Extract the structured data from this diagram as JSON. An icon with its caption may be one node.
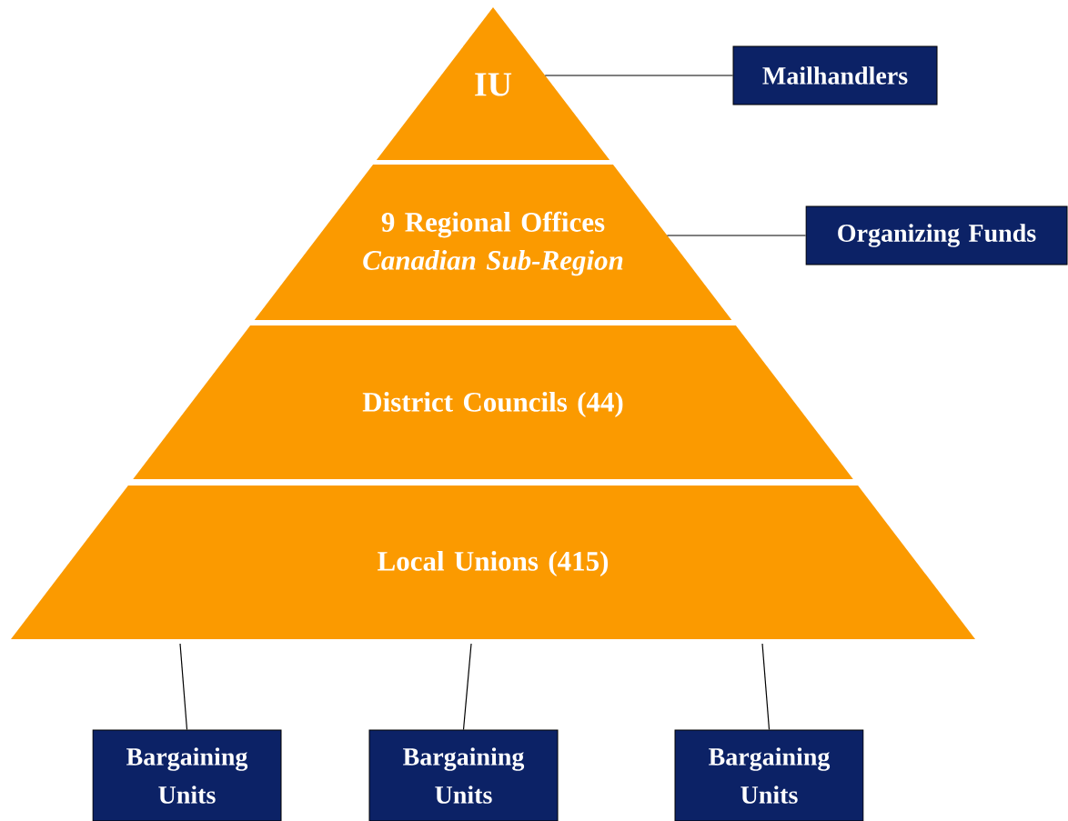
{
  "diagram": {
    "nodes": [
      {
        "text": [
          "IU"
        ]
      },
      {
        "text": [
          "9 Regional Offices",
          "Canadian Sub-Region"
        ]
      },
      {
        "text": [
          "District Councils (44)"
        ]
      },
      {
        "text": [
          "Local Unions (415)"
        ]
      },
      {
        "text": [
          "Mailhandlers"
        ]
      },
      {
        "text": [
          "Organizing Funds"
        ]
      },
      {
        "text": [
          "Bargaining Units"
        ]
      },
      {
        "text": [
          "Bargaining Units"
        ]
      },
      {
        "text": [
          "Bargaining Units"
        ]
      }
    ],
    "edges": [
      {
        "from": 0,
        "to": 4,
        "arrow": "none"
      },
      {
        "from": 1,
        "to": 5,
        "arrow": "none"
      },
      {
        "from": 3,
        "to": 6,
        "arrow": "none"
      },
      {
        "from": 3,
        "to": 7,
        "arrow": "none"
      },
      {
        "from": 3,
        "to": 8,
        "arrow": "none"
      }
    ]
  }
}
